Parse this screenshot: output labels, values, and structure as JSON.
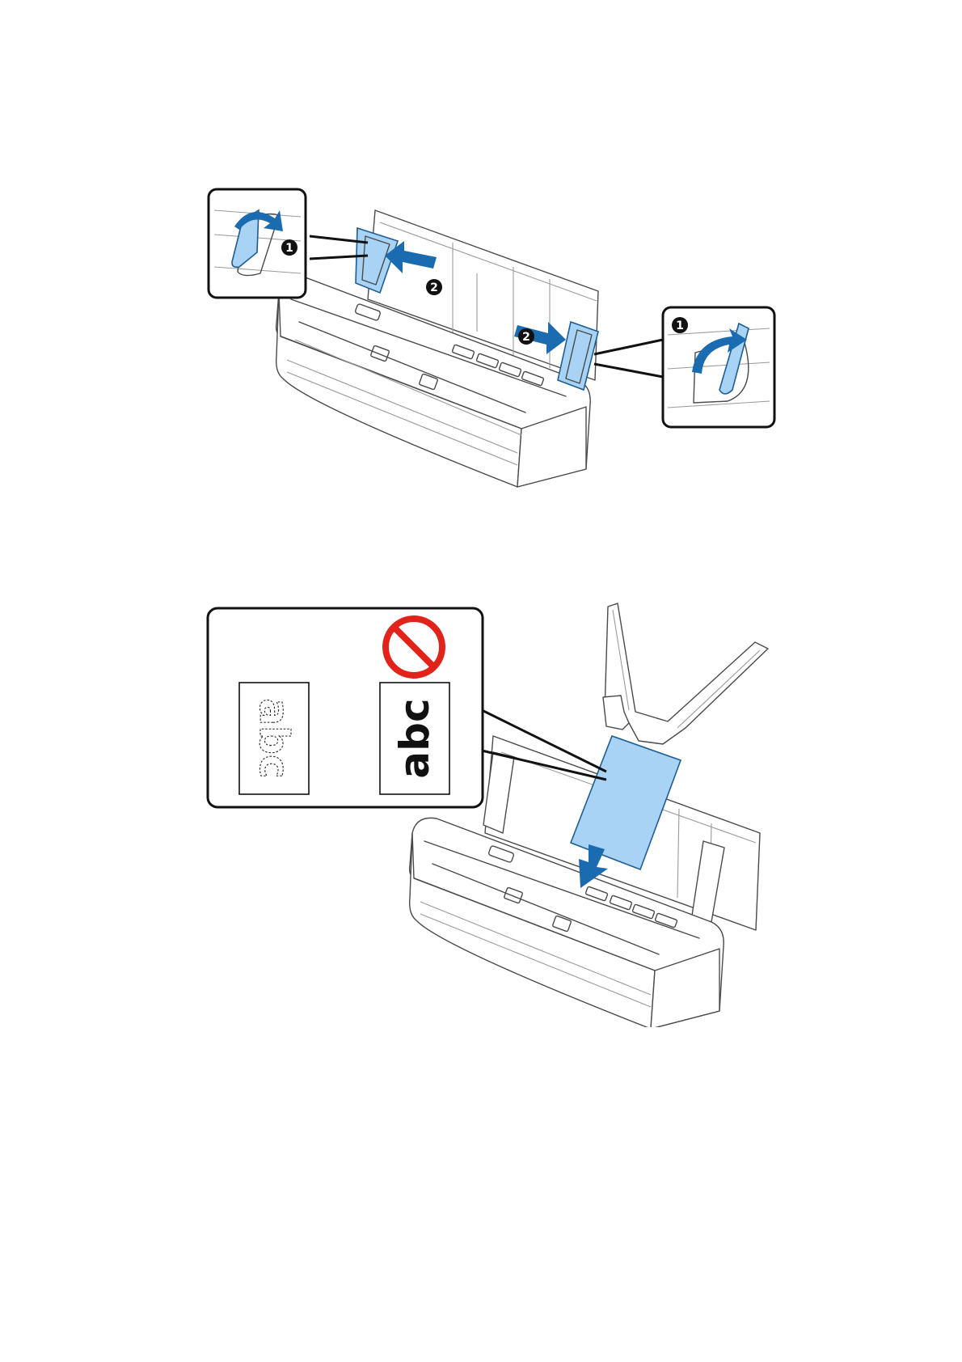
{
  "step1": {
    "badges": [
      "1",
      "2",
      "2",
      "1"
    ]
  },
  "step2": {
    "sample_good": "abc",
    "sample_bad": "abc",
    "prohibited_icon": "no-symbol-icon",
    "colors": {
      "prohibited": "#e2231a",
      "paper": "#a8d3f5",
      "arrow": "#1a6bb0"
    }
  }
}
